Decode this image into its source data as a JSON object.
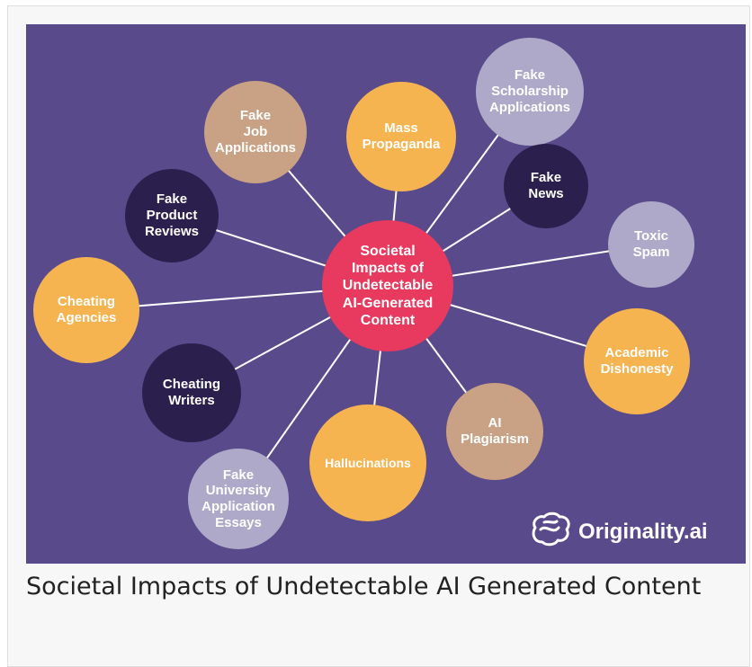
{
  "diagram": {
    "center": {
      "label": "Societal\nImpacts of\nUndetectable\nAI-Generated\nContent",
      "color": "#e83a5e"
    },
    "nodes": [
      {
        "label": "Fake\nScholarship\nApplications",
        "color": "#aea9c8"
      },
      {
        "label": "Mass\nPropaganda",
        "color": "#f6b451"
      },
      {
        "label": "Fake\nJob\nApplications",
        "color": "#c9a184"
      },
      {
        "label": "Fake\nProduct\nReviews",
        "color": "#2b1f4e"
      },
      {
        "label": "Fake\nNews",
        "color": "#2b1f4e"
      },
      {
        "label": "Toxic\nSpam",
        "color": "#aea9c8"
      },
      {
        "label": "Cheating\nAgencies",
        "color": "#f6b451"
      },
      {
        "label": "Academic\nDishonesty",
        "color": "#f6b451"
      },
      {
        "label": "Cheating\nWriters",
        "color": "#2b1f4e"
      },
      {
        "label": "AI\nPlagiarism",
        "color": "#c9a184"
      },
      {
        "label": "Hallucinations",
        "color": "#f6b451"
      },
      {
        "label": "Fake\nUniversity\nApplication\nEssays",
        "color": "#aea9c8"
      }
    ]
  },
  "brand": {
    "name": "Originality.ai",
    "icon": "brain-logo-icon"
  },
  "caption": "Societal Impacts of Undetectable AI Generated Content"
}
